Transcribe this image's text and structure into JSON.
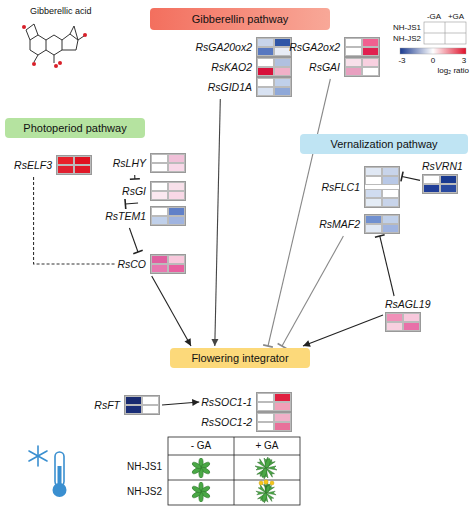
{
  "diagram": {
    "nodes": [
      {
        "text": [
          "Gibberellin pathway"
        ]
      },
      {
        "text": [
          "RsGA20ox2"
        ]
      },
      {
        "text": [
          "RsKAO2"
        ]
      },
      {
        "text": [
          "RsGID1A"
        ]
      },
      {
        "text": [
          "RsGA2ox2"
        ]
      },
      {
        "text": [
          "RsGAI"
        ]
      },
      {
        "text": [
          "Photoperiod pathway"
        ]
      },
      {
        "text": [
          "RsELF3"
        ]
      },
      {
        "text": [
          "RsLHY"
        ]
      },
      {
        "text": [
          "RsGI"
        ]
      },
      {
        "text": [
          "RsTEM1"
        ]
      },
      {
        "text": [
          "RsCO"
        ]
      },
      {
        "text": [
          "Vernalization pathway"
        ]
      },
      {
        "text": [
          "RsFLC1"
        ]
      },
      {
        "text": [
          "RsVRN1"
        ]
      },
      {
        "text": [
          "RsMAF2"
        ]
      },
      {
        "text": [
          "RsAGL19"
        ]
      },
      {
        "text": [
          "Flowering integrator"
        ]
      },
      {
        "text": [
          "RsFT"
        ]
      },
      {
        "text": [
          "RsSOC1-1"
        ]
      },
      {
        "text": [
          "RsSOC1-2"
        ]
      }
    ],
    "edges": [
      {
        "from": 3,
        "to": 17,
        "arrow": "to"
      },
      {
        "from": 5,
        "to": 17,
        "arrow": "to"
      },
      {
        "from": 8,
        "to": 9,
        "arrow": "to"
      },
      {
        "from": 9,
        "to": 10,
        "arrow": "to"
      },
      {
        "from": 10,
        "to": 11,
        "arrow": "to"
      },
      {
        "from": 7,
        "to": 11,
        "arrow": "none"
      },
      {
        "from": 11,
        "to": 17,
        "arrow": "to"
      },
      {
        "from": 14,
        "to": 13,
        "arrow": "to"
      },
      {
        "from": 15,
        "to": 17,
        "arrow": "to"
      },
      {
        "from": 16,
        "to": 15,
        "arrow": "to"
      },
      {
        "from": 16,
        "to": 17,
        "arrow": "to"
      },
      {
        "from": 18,
        "to": 19,
        "arrow": "to"
      }
    ],
    "labels": [
      "Gibberellic acid",
      "-GA",
      "+GA",
      "NH-JS1",
      "NH-JS2",
      "-3",
      "0",
      "3",
      "log₂ ratio",
      "- GA",
      "+ GA",
      "NH-JS1",
      "NH-JS2"
    ]
  }
}
